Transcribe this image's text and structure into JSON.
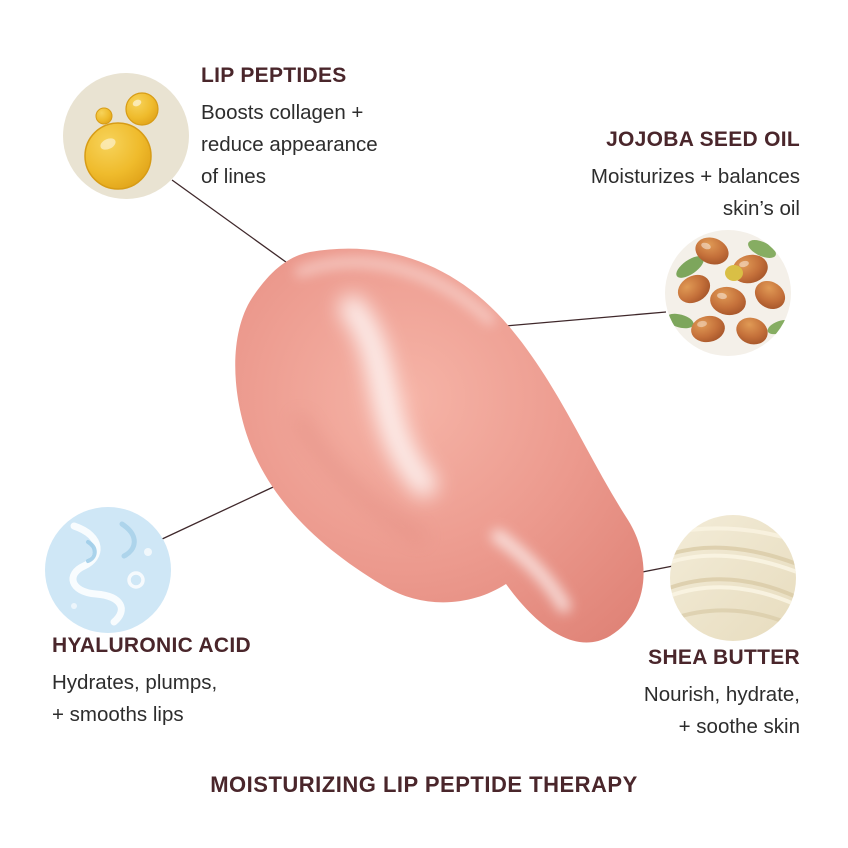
{
  "page": {
    "background_color": "#ffffff",
    "accent_color": "#4a262b",
    "body_text_color": "#2d2d2d",
    "swatch_color": "#ec9a8e",
    "connector_color": "#3f282b"
  },
  "product": {
    "swatch": "lip-gloss-smear"
  },
  "ingredients": [
    {
      "id": "lip-peptides",
      "name": "LIP PEPTIDES",
      "description": "Boosts collagen +\nreduce appearance\nof lines",
      "image": "oil-droplets",
      "image_colors": [
        "#e9e3d2",
        "#efbb2c"
      ]
    },
    {
      "id": "jojoba-seed-oil",
      "name": "JOJOBA SEED OIL",
      "description": "Moisturizes + balances\nskin’s oil",
      "image": "jojoba-seeds-with-leaves",
      "image_colors": [
        "#f4f0e9",
        "#c4703a",
        "#7da65c"
      ]
    },
    {
      "id": "hyaluronic-acid",
      "name": "HYALURONIC ACID",
      "description": "Hydrates, plumps,\n+ smooths lips",
      "image": "blue-gel-swirl",
      "image_colors": [
        "#cfe7f6",
        "#ffffff"
      ]
    },
    {
      "id": "shea-butter",
      "name": "SHEA BUTTER",
      "description": "Nourish, hydrate,\n+ soothe skin",
      "image": "cream-butter-texture",
      "image_colors": [
        "#f3ecd8",
        "#d9cba6"
      ]
    }
  ],
  "footer": {
    "title": "MOISTURIZING LIP PEPTIDE THERAPY"
  }
}
